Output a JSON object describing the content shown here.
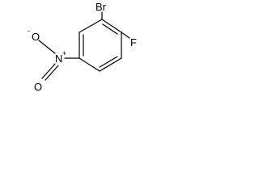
{
  "molecule": {
    "atoms": {
      "bromine": "Br",
      "fluorine": "F",
      "nitrogen": "N",
      "nitrogen_charge": "+",
      "oxygen_single": "O",
      "oxygen_single_charge": "-",
      "oxygen_double": "O"
    }
  }
}
